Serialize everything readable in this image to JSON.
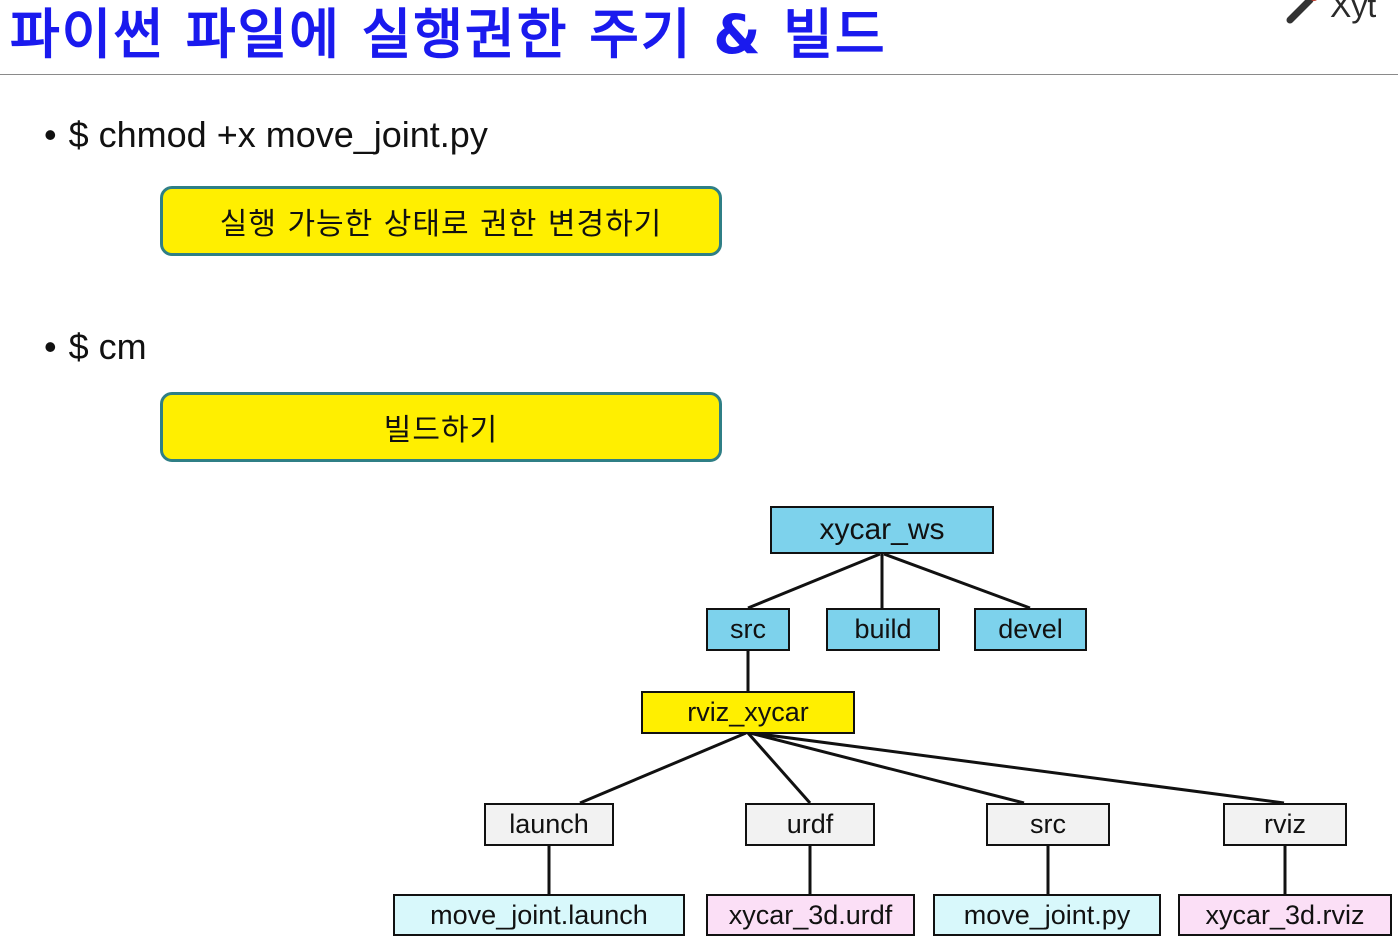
{
  "header": {
    "title": "파이썬 파일에 실행권한 주기 & 빌드",
    "logo_text": "Xyt"
  },
  "bullets": [
    {
      "marker": "•",
      "text": "$ chmod +x move_joint.py",
      "callout": "실행 가능한 상태로 권한 변경하기"
    },
    {
      "marker": "•",
      "text": "$ cm",
      "callout": "빌드하기"
    }
  ],
  "tree": {
    "root": "xycar_ws",
    "level1": [
      "src",
      "build",
      "devel"
    ],
    "package": "rviz_xycar",
    "folders": [
      "launch",
      "urdf",
      "src",
      "rviz"
    ],
    "files": [
      "move_joint.launch",
      "xycar_3d.urdf",
      "move_joint.py",
      "xycar_3d.rviz"
    ]
  },
  "colors": {
    "title": "#1a1aee",
    "callout_fill": "#ffef00",
    "callout_border": "#2f7f86",
    "node_blue": "#7dd2ec",
    "node_yellow": "#ffef00",
    "node_grey": "#f2f2f2",
    "node_lightblue": "#d8f8fb",
    "node_pink": "#fbdff6"
  }
}
